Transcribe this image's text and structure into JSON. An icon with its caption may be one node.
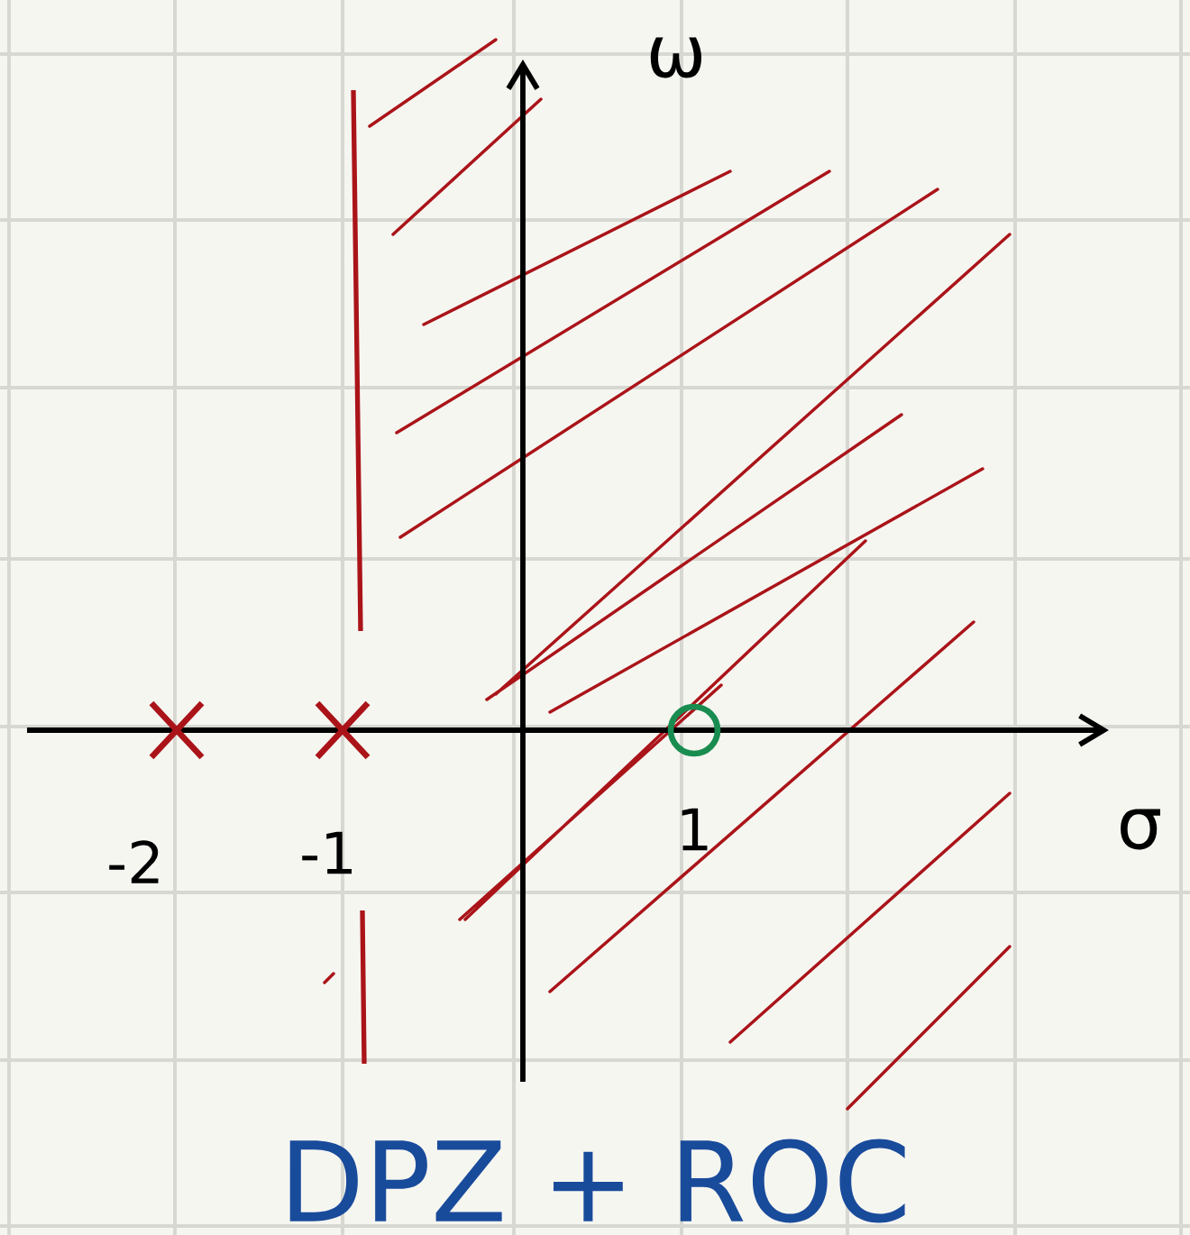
{
  "diagram": {
    "caption": "DPZ + ROC",
    "labels": [
      "ω",
      "-2",
      "-1",
      "1",
      "σ"
    ]
  }
}
